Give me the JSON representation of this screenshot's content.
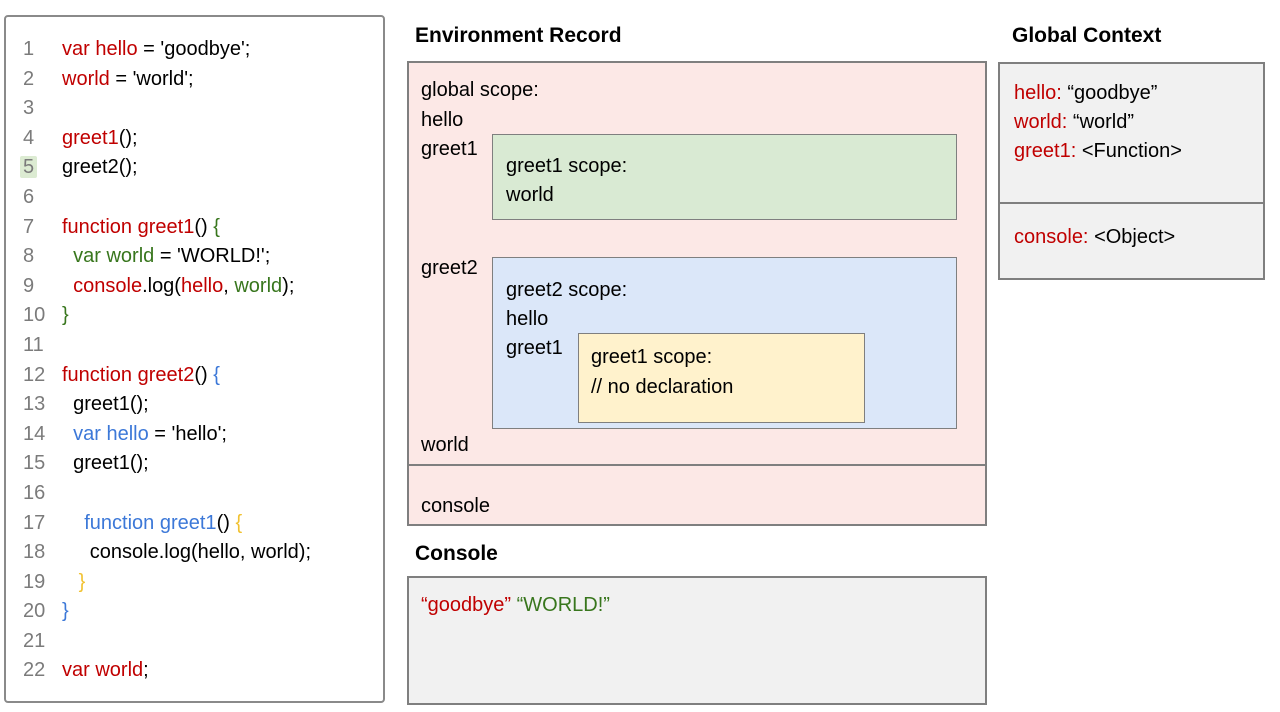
{
  "colors": {
    "red": "#c00000",
    "green": "#38761d",
    "blue": "#3c78d8",
    "yellow": "#f1c232",
    "line_number_gray": "#7b7b7b",
    "pink_fill": "#fce8e6",
    "green_fill": "#d9ead3",
    "blue_fill": "#dbe7f9",
    "yellow_fill": "#fff2cc",
    "gray_fill": "#f1f1f1",
    "border_gray": "#7f7f7f",
    "line_highlight": "#dcebd2"
  },
  "code_panel": {
    "lines": [
      {
        "num": "1",
        "segments": [
          {
            "t": "var hello",
            "c": "red"
          },
          {
            "t": " = 'goodbye';",
            "c": "k"
          }
        ]
      },
      {
        "num": "2",
        "segments": [
          {
            "t": "world",
            "c": "red"
          },
          {
            "t": " = 'world';",
            "c": "k"
          }
        ]
      },
      {
        "num": "3",
        "segments": []
      },
      {
        "num": "4",
        "segments": [
          {
            "t": "greet1",
            "c": "red"
          },
          {
            "t": "();",
            "c": "k"
          }
        ]
      },
      {
        "num": "5",
        "highlight": true,
        "segments": [
          {
            "t": "greet2();",
            "c": "k"
          }
        ]
      },
      {
        "num": "6",
        "segments": []
      },
      {
        "num": "7",
        "segments": [
          {
            "t": "function greet1",
            "c": "red"
          },
          {
            "t": "() ",
            "c": "k"
          },
          {
            "t": "{",
            "c": "green"
          }
        ]
      },
      {
        "num": "8",
        "segments": [
          {
            "t": "  ",
            "c": "k"
          },
          {
            "t": "var world",
            "c": "green"
          },
          {
            "t": " = 'WORLD!';",
            "c": "k"
          }
        ]
      },
      {
        "num": "9",
        "segments": [
          {
            "t": "  ",
            "c": "k"
          },
          {
            "t": "console",
            "c": "red"
          },
          {
            "t": ".log(",
            "c": "k"
          },
          {
            "t": "hello",
            "c": "red"
          },
          {
            "t": ", ",
            "c": "k"
          },
          {
            "t": "world",
            "c": "green"
          },
          {
            "t": ");",
            "c": "k"
          }
        ]
      },
      {
        "num": "10",
        "segments": [
          {
            "t": "}",
            "c": "green"
          }
        ]
      },
      {
        "num": "11",
        "segments": []
      },
      {
        "num": "12",
        "segments": [
          {
            "t": "function greet2",
            "c": "red"
          },
          {
            "t": "() ",
            "c": "k"
          },
          {
            "t": "{",
            "c": "blue"
          }
        ]
      },
      {
        "num": "13",
        "segments": [
          {
            "t": "  greet1();",
            "c": "k"
          }
        ]
      },
      {
        "num": "14",
        "segments": [
          {
            "t": "  ",
            "c": "k"
          },
          {
            "t": "var hello",
            "c": "blue"
          },
          {
            "t": " = 'hello';",
            "c": "k"
          }
        ]
      },
      {
        "num": "15",
        "segments": [
          {
            "t": "  greet1();",
            "c": "k"
          }
        ]
      },
      {
        "num": "16",
        "segments": []
      },
      {
        "num": "17",
        "segments": [
          {
            "t": "    ",
            "c": "k"
          },
          {
            "t": "function greet1",
            "c": "blue"
          },
          {
            "t": "() ",
            "c": "k"
          },
          {
            "t": "{",
            "c": "yellow"
          }
        ]
      },
      {
        "num": "18",
        "segments": [
          {
            "t": "     console.log(hello, world);",
            "c": "k"
          }
        ]
      },
      {
        "num": "19",
        "segments": [
          {
            "t": "   ",
            "c": "k"
          },
          {
            "t": "}",
            "c": "yellow"
          }
        ]
      },
      {
        "num": "20",
        "segments": [
          {
            "t": "}",
            "c": "blue"
          }
        ]
      },
      {
        "num": "21",
        "segments": []
      },
      {
        "num": "22",
        "segments": [
          {
            "t": "var world",
            "c": "red"
          },
          {
            "t": ";",
            "c": "k"
          }
        ]
      }
    ]
  },
  "environment_record": {
    "title": "Environment Record",
    "global_scope": {
      "label": "global scope:",
      "var1": "hello",
      "var2": "greet1",
      "var3": "greet2",
      "var4": "world"
    },
    "greet1_scope": {
      "label": "greet1 scope:",
      "var1": "world"
    },
    "greet2_scope": {
      "label": "greet2 scope:",
      "var1": "hello",
      "var2": "greet1"
    },
    "inner_greet1_scope": {
      "label": "greet1 scope:",
      "comment": "// no declaration"
    },
    "console_record": {
      "var1": "console"
    }
  },
  "console_panel": {
    "title": "Console",
    "output": [
      {
        "text": "“goodbye”",
        "color": "red"
      },
      {
        "text": "“WORLD!”",
        "color": "green"
      }
    ]
  },
  "global_context": {
    "title": "Global Context",
    "entries": [
      {
        "name": "hello:",
        "value": "“goodbye”"
      },
      {
        "name": "world:",
        "value": "“world”"
      },
      {
        "name": "greet1:",
        "value": "<Function>"
      }
    ],
    "console_entry": {
      "name": "console:",
      "value": "<Object>"
    }
  }
}
